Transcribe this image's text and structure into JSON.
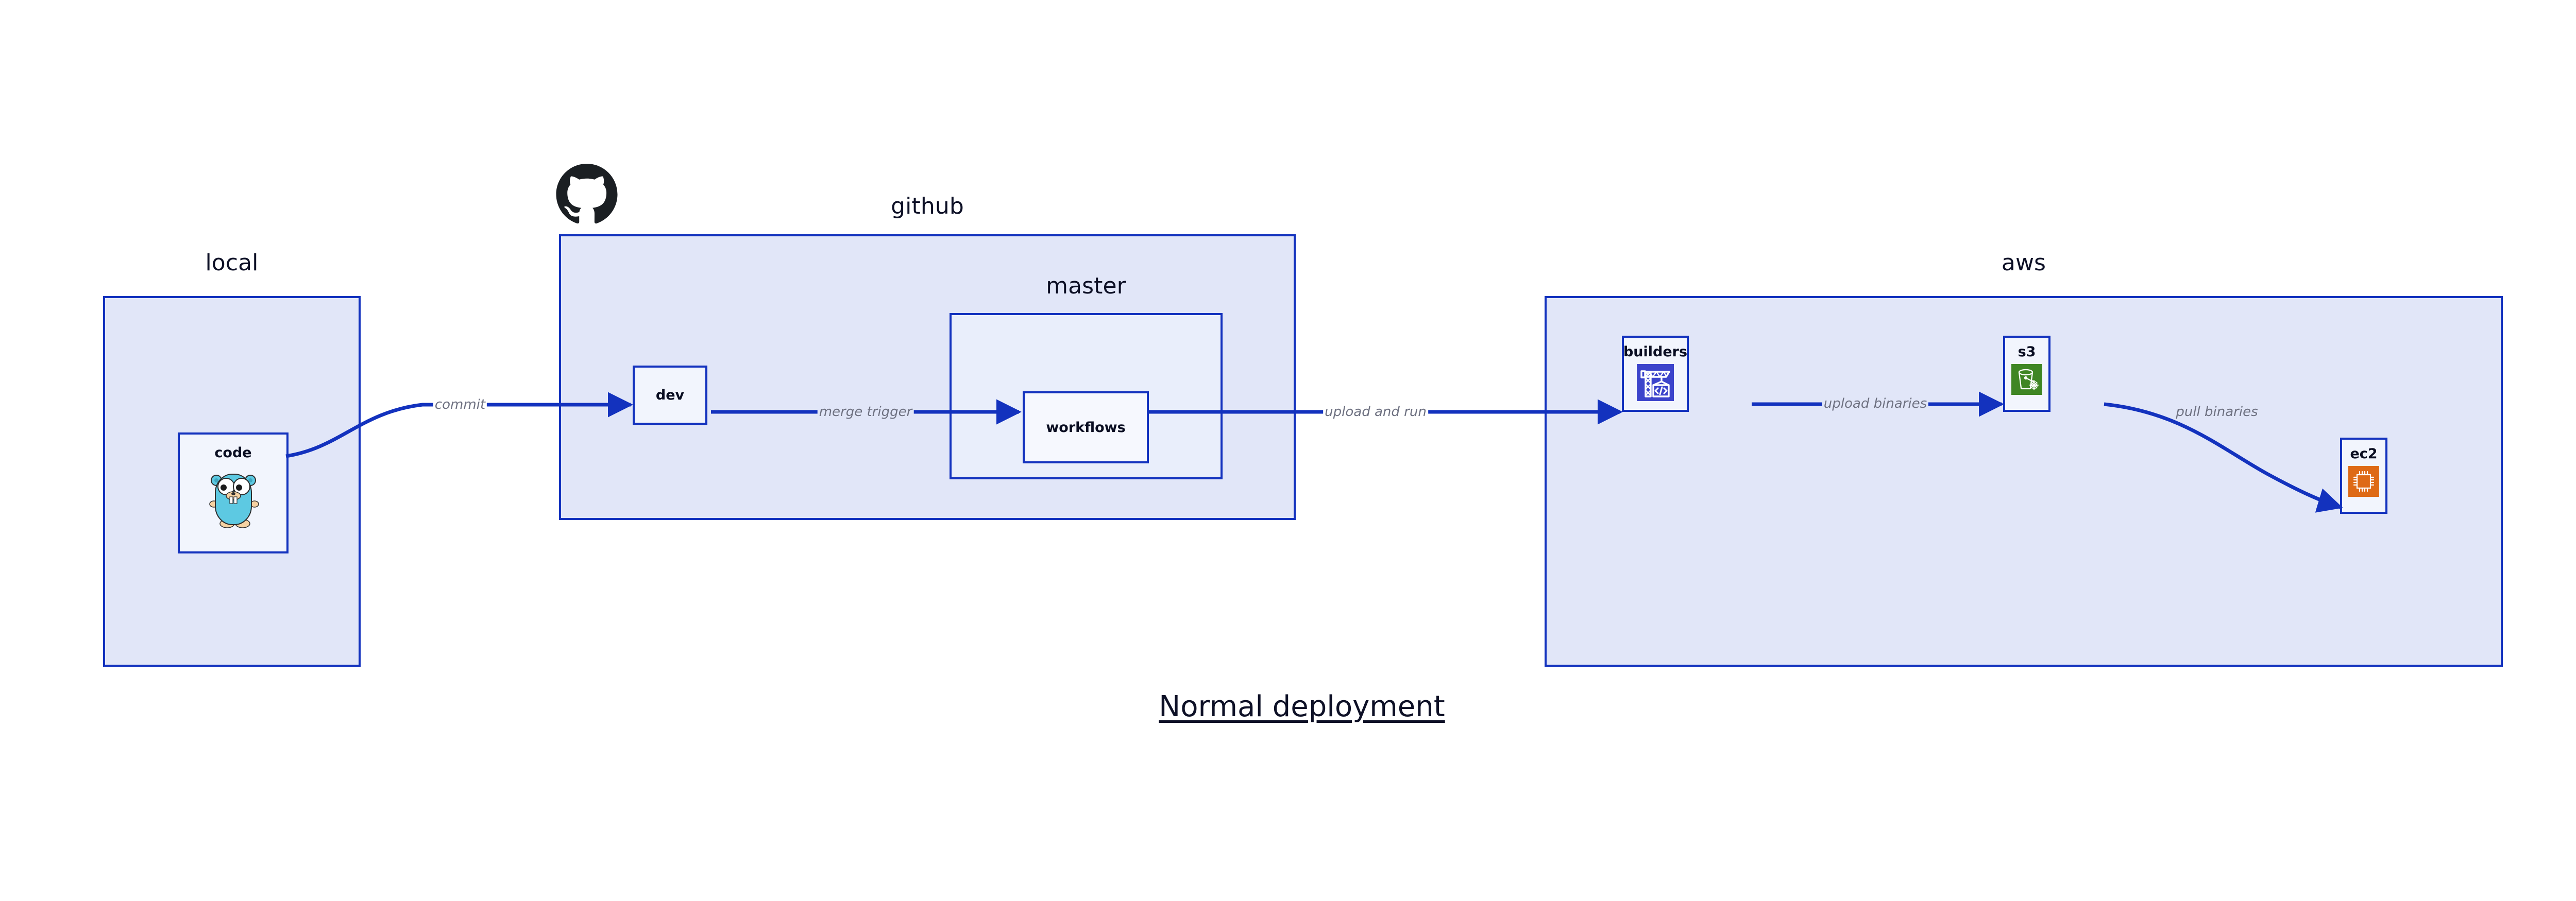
{
  "diagram": {
    "title": "Normal deployment",
    "background_color": "#ffffff",
    "accent_border_color": "#1332BE",
    "group_fill_color": "#E1E6F8",
    "node_fill_color": "#F2F5FD",
    "label_text_color": "#0D1026",
    "edge_label_color": "#6E7181"
  },
  "groups": [
    {
      "id": "local",
      "label": "local"
    },
    {
      "id": "github",
      "label": "github"
    },
    {
      "id": "master",
      "label": "master"
    },
    {
      "id": "aws",
      "label": "aws"
    }
  ],
  "nodes": [
    {
      "id": "code",
      "label": "code",
      "icon": "go-gopher-icon",
      "icon_color": "#5DC9E2"
    },
    {
      "id": "dev",
      "label": "dev",
      "icon": "none",
      "icon_color": ""
    },
    {
      "id": "workflows",
      "label": "workflows",
      "icon": "none",
      "icon_color": ""
    },
    {
      "id": "builders",
      "label": "builders",
      "icon": "aws-codebuild-icon",
      "icon_color": "#3C44CB"
    },
    {
      "id": "s3",
      "label": "s3",
      "icon": "aws-s3-glacier-icon",
      "icon_color": "#3F8624"
    },
    {
      "id": "ec2",
      "label": "ec2",
      "icon": "aws-ec2-icon",
      "icon_color": "#DE6A16"
    }
  ],
  "edges": [
    {
      "id": "commit",
      "from": "code",
      "to": "dev",
      "label": "commit"
    },
    {
      "id": "merge-trigger",
      "from": "dev",
      "to": "workflows",
      "label": "merge trigger"
    },
    {
      "id": "upload-and-run",
      "from": "workflows",
      "to": "builders",
      "label": "upload and run"
    },
    {
      "id": "upload-binaries",
      "from": "builders",
      "to": "s3",
      "label": "upload binaries"
    },
    {
      "id": "pull-binaries",
      "from": "s3",
      "to": "ec2",
      "label": "pull binaries"
    }
  ],
  "logos": [
    {
      "id": "github-logo",
      "name": "github-octocat-logo",
      "color": "#1B1F23"
    }
  ]
}
